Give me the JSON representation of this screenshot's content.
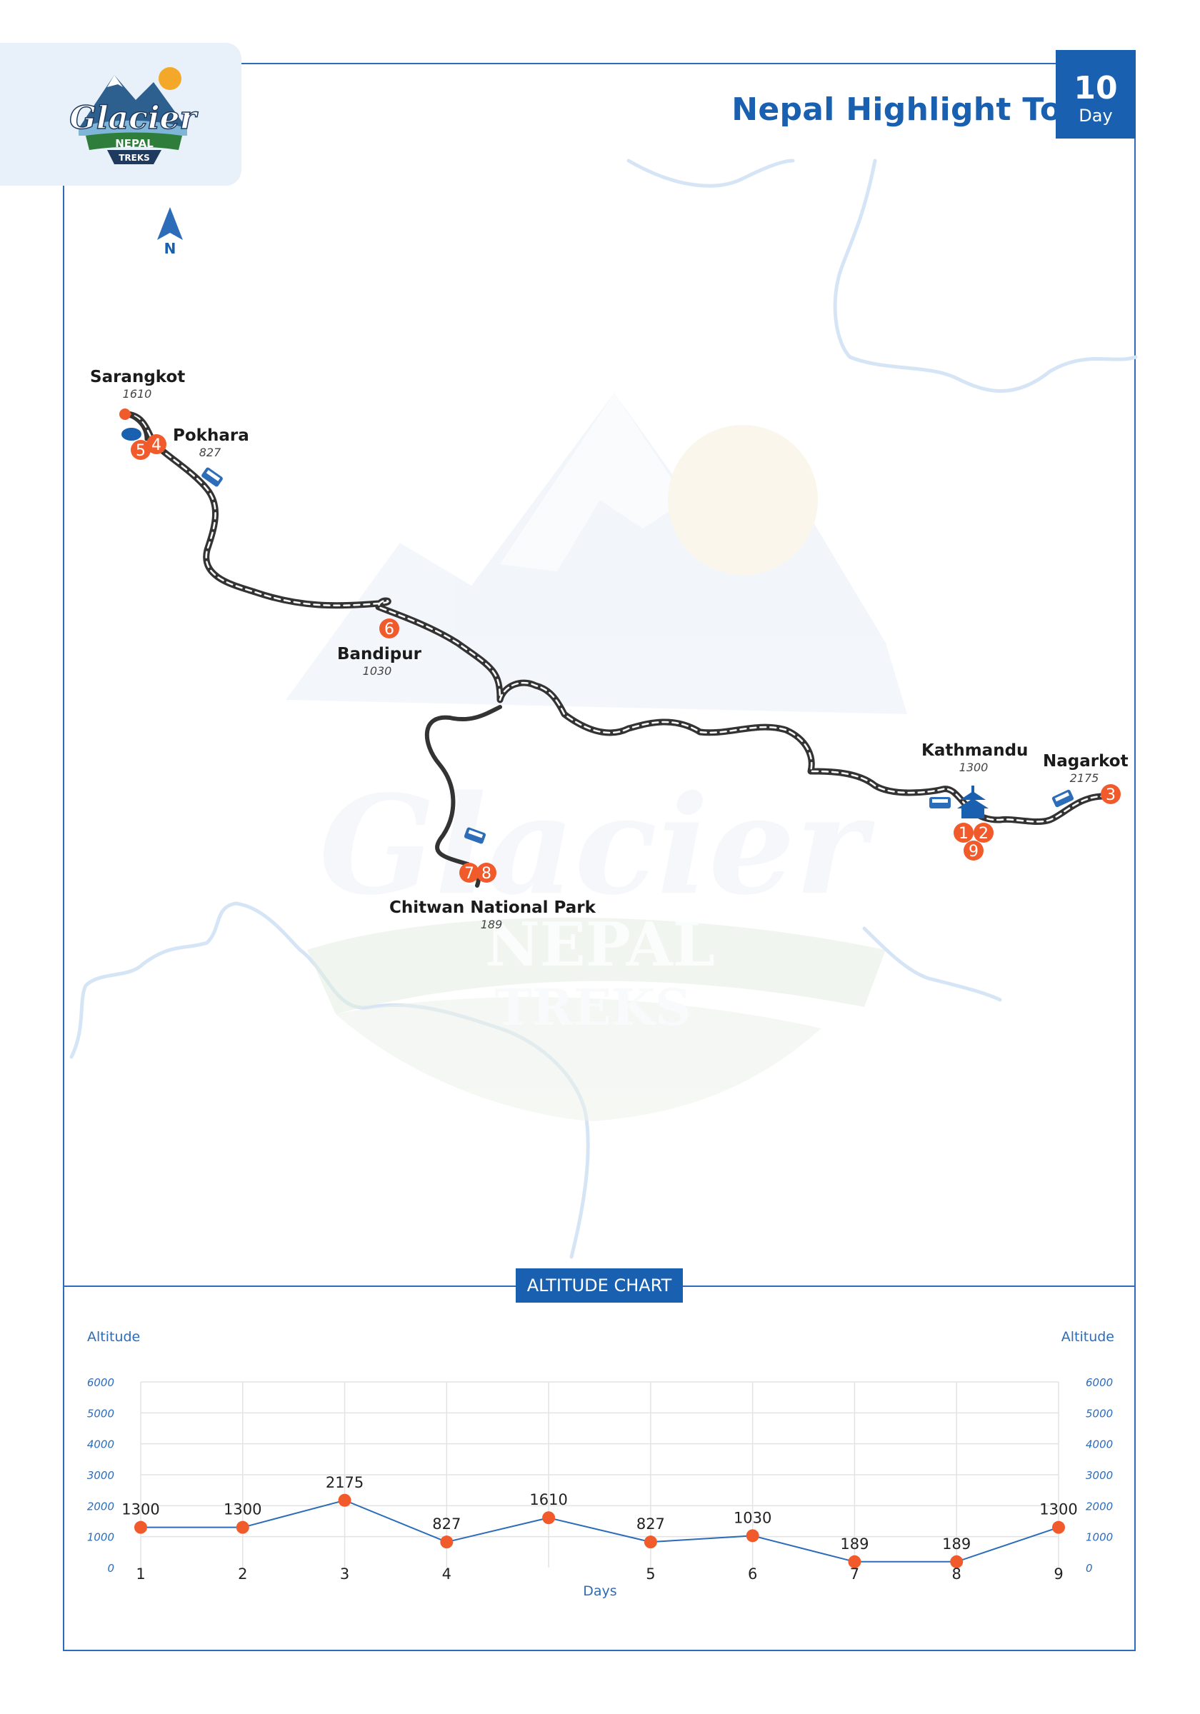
{
  "header": {
    "title": "Nepal Highlight Tour",
    "days": "10",
    "days_label": "Day"
  },
  "logo": {
    "text": [
      "Glacier",
      "NEPAL",
      "TREKS"
    ]
  },
  "compass": {
    "label": "N"
  },
  "map": {
    "places": [
      {
        "name": "Sarangkot",
        "altitude": "1610"
      },
      {
        "name": "Pokhara",
        "altitude": "827"
      },
      {
        "name": "Bandipur",
        "altitude": "1030"
      },
      {
        "name": "Chitwan National Park",
        "altitude": "189"
      },
      {
        "name": "Kathmandu",
        "altitude": "1300"
      },
      {
        "name": "Nagarkot",
        "altitude": "2175"
      }
    ],
    "stops": [
      {
        "num": "1",
        "place": "Kathmandu"
      },
      {
        "num": "2",
        "place": "Kathmandu"
      },
      {
        "num": "3",
        "place": "Nagarkot"
      },
      {
        "num": "4",
        "place": "Pokhara"
      },
      {
        "num": "5",
        "place": "Pokhara"
      },
      {
        "num": "6",
        "place": "Bandipur"
      },
      {
        "num": "7",
        "place": "Chitwan National Park"
      },
      {
        "num": "8",
        "place": "Chitwan National Park"
      },
      {
        "num": "9",
        "place": "Kathmandu"
      }
    ],
    "watermark": [
      "Glacier",
      "NEPAL",
      "TREKS"
    ],
    "colors": {
      "route": "#2f2f2f",
      "marker": "#f15a2b",
      "river": "#cfe0f3",
      "accent": "#1a60b0"
    }
  },
  "altitude_chart": {
    "title": "ALTITUDE CHART",
    "y_label_left": "Altitude",
    "y_label_right": "Altitude",
    "x_label": "Days"
  },
  "chart_data": {
    "type": "line",
    "title": "ALTITUDE CHART",
    "xlabel": "Days",
    "ylabel": "Altitude",
    "ylim": [
      0,
      6000
    ],
    "yticks": [
      0,
      1000,
      2000,
      3000,
      4000,
      5000,
      6000
    ],
    "grid": true,
    "points": [
      {
        "x": 1,
        "label": "1",
        "y": 1300
      },
      {
        "x": 2,
        "label": "2",
        "y": 1300
      },
      {
        "x": 3,
        "label": "3",
        "y": 2175
      },
      {
        "x": 4,
        "label": "4",
        "y": 827
      },
      {
        "x": 5,
        "label": "",
        "y": 1610
      },
      {
        "x": 6,
        "label": "5",
        "y": 827
      },
      {
        "x": 7,
        "label": "6",
        "y": 1030
      },
      {
        "x": 8,
        "label": "7",
        "y": 189
      },
      {
        "x": 9,
        "label": "8",
        "y": 189
      },
      {
        "x": 10,
        "label": "9",
        "y": 1300
      }
    ],
    "line_color": "#2d6cb8",
    "marker_color": "#f15a2b"
  }
}
